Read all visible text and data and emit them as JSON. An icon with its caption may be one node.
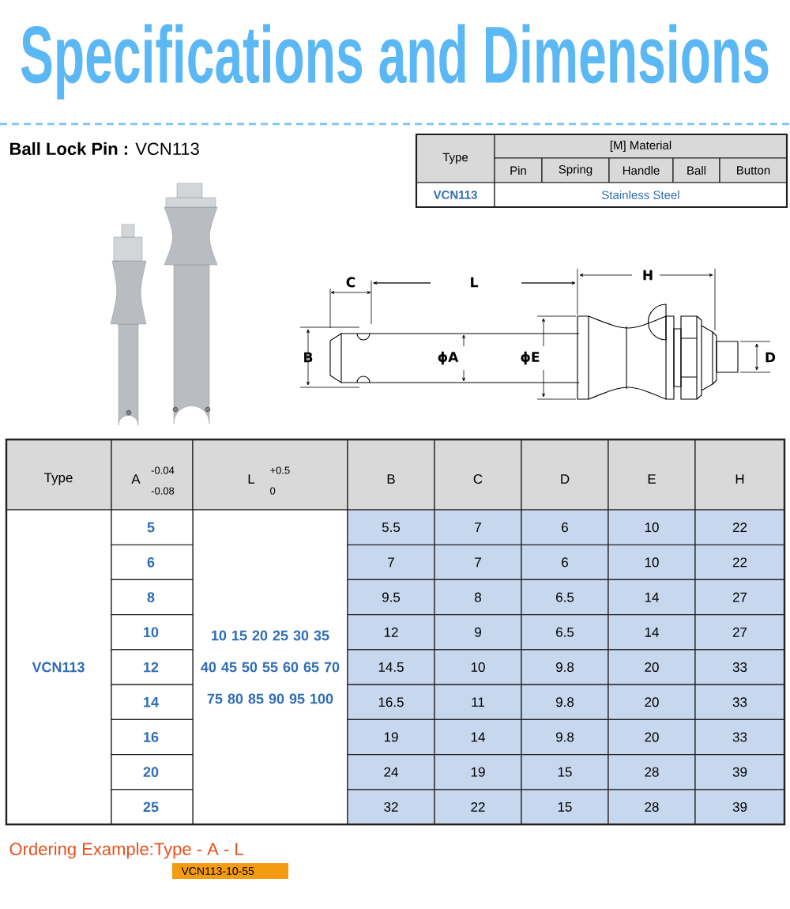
{
  "diagram": {
    "title": "Specifications and Dimensions",
    "labels": [
      "**Ball Lock Pin :** VCN113",
      "Type",
      "[M] Material",
      "Pin",
      "Spring",
      "Handle",
      "Ball",
      "Button",
      "VCN113",
      "Stainless Steel",
      "C",
      "L",
      "H",
      "B",
      "ϕA",
      "ϕE",
      "D",
      "Type",
      "A",
      "-0.04",
      "-0.08",
      "L",
      "+0.5",
      "0",
      "B",
      "C",
      "D",
      "E",
      "H",
      "VCN113",
      "5",
      "10 15 20 25 30 35 40 45 50 55 60 65 70 75 80 85 90 95 100",
      "5.5",
      "7",
      "6",
      "10",
      "22",
      "6",
      "7",
      "7",
      "6",
      "10",
      "22",
      "8",
      "9.5",
      "8",
      "6.5",
      "14",
      "27",
      "10",
      "12",
      "9",
      "6.5",
      "14",
      "27",
      "12",
      "14.5",
      "10",
      "9.8",
      "20",
      "33",
      "14",
      "16.5",
      "11",
      "9.8",
      "20",
      "33",
      "16",
      "19",
      "14",
      "9.8",
      "20",
      "33",
      "20",
      "24",
      "19",
      "15",
      "28",
      "39",
      "25",
      "32",
      "22",
      "15",
      "28",
      "39",
      "Ordering Example:Type - A - L",
      "VCN113-10-55"
    ]
  }
}
